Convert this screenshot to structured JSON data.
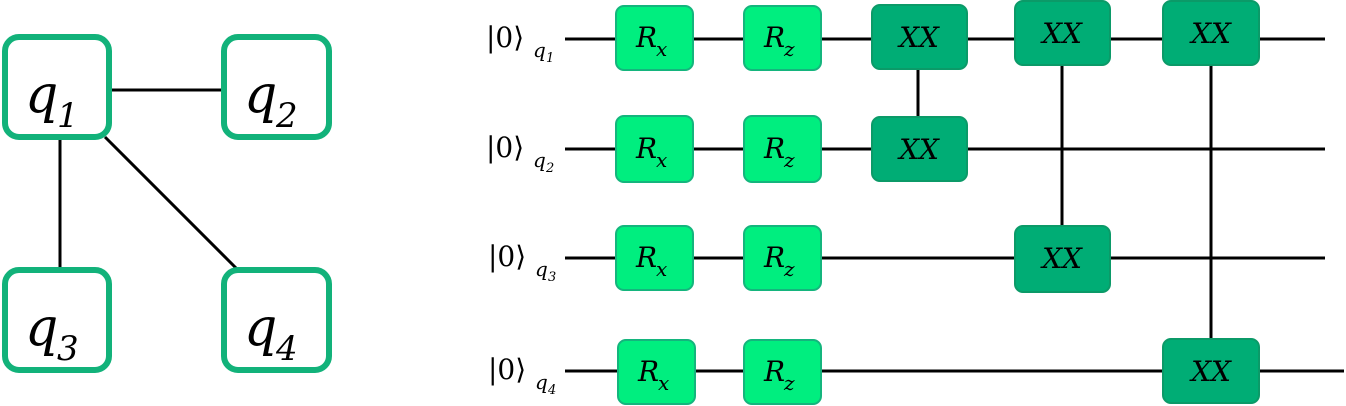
{
  "graph": {
    "nodes": [
      {
        "id": "q1",
        "label": "q",
        "sub": "1"
      },
      {
        "id": "q2",
        "label": "q",
        "sub": "2"
      },
      {
        "id": "q3",
        "label": "q",
        "sub": "3"
      },
      {
        "id": "q4",
        "label": "q",
        "sub": "4"
      }
    ],
    "edges": [
      [
        "q1",
        "q2"
      ],
      [
        "q1",
        "q3"
      ],
      [
        "q1",
        "q4"
      ]
    ]
  },
  "circuit": {
    "wires": [
      {
        "ket": "|0⟩",
        "sub": "q",
        "subsub": "1"
      },
      {
        "ket": "|0⟩",
        "sub": "q",
        "subsub": "2"
      },
      {
        "ket": "|0⟩",
        "sub": "q",
        "subsub": "3"
      },
      {
        "ket": "|0⟩",
        "sub": "q",
        "subsub": "4"
      }
    ],
    "single_gates": [
      {
        "label": "R",
        "sub": "x"
      },
      {
        "label": "R",
        "sub": "z"
      }
    ],
    "two_qubit_gates": [
      {
        "label": "XX",
        "qubits": [
          "q1",
          "q2"
        ]
      },
      {
        "label": "XX",
        "qubits": [
          "q1",
          "q3"
        ]
      },
      {
        "label": "XX",
        "qubits": [
          "q1",
          "q4"
        ]
      }
    ]
  },
  "colors": {
    "node_border": "#12b27a",
    "light_gate_fill": "#00ee7f",
    "light_gate_border": "#14b57d",
    "dark_gate_fill": "#00ad75",
    "dark_gate_border": "#0b9a68",
    "wire": "#000000"
  }
}
